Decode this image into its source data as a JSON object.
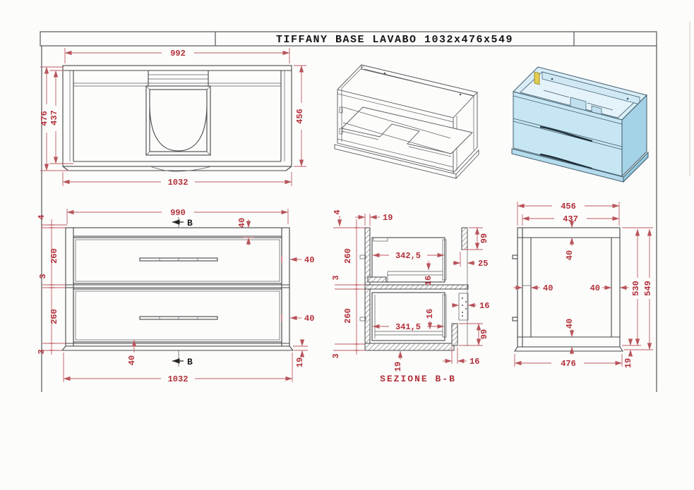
{
  "title": "TIFFANY BASE LAVABO 1032x476x549",
  "colors": {
    "dimension": "#b2303a",
    "object_line": "#46464a",
    "cabinet_fill": "#c6e6f3",
    "hinge_accent": "#e3cd4f"
  },
  "views": {
    "top": {
      "dims": {
        "top_width": "992",
        "depth_outer": "476",
        "depth_inner": "437",
        "depth_right": "456",
        "total_width": "1032"
      }
    },
    "front": {
      "dims": {
        "top_width": "990",
        "total_width": "1032",
        "overhang": "4",
        "drawer_top": "260",
        "gap_mid": "3",
        "drawer_bottom": "260",
        "gap_bottom": "3",
        "rail_top": "40",
        "side_right_top": "40",
        "side_right_bottom": "40",
        "rail_bottom": "40",
        "plinth": "19",
        "section_label_top": "B",
        "section_label_bottom": "B"
      }
    },
    "section": {
      "caption": "SEZIONE B-B",
      "dims": {
        "overhang": "4",
        "wall_thickness": "19",
        "drawer_top": "260",
        "gap_mid": "3",
        "drawer_bottom": "260",
        "gap_bottom": "3",
        "inner_depth_top": "342,5",
        "inner_depth_bottom": "341,5",
        "back_top": "99",
        "back_bottom": "99",
        "back_gap": "25",
        "bottom_thickness_top": "16",
        "slide_width": "16",
        "bottom_thickness_bottom": "16",
        "floor": "19",
        "plinth_back": "16"
      }
    },
    "side": {
      "dims": {
        "depth_top": "456",
        "depth_inner": "437",
        "rail_top": "40",
        "back_panel": "40",
        "front_panel": "40",
        "rail_bottom": "40",
        "inner_height": "530",
        "total_height": "549",
        "depth_bottom": "476",
        "plinth": "19"
      }
    }
  }
}
